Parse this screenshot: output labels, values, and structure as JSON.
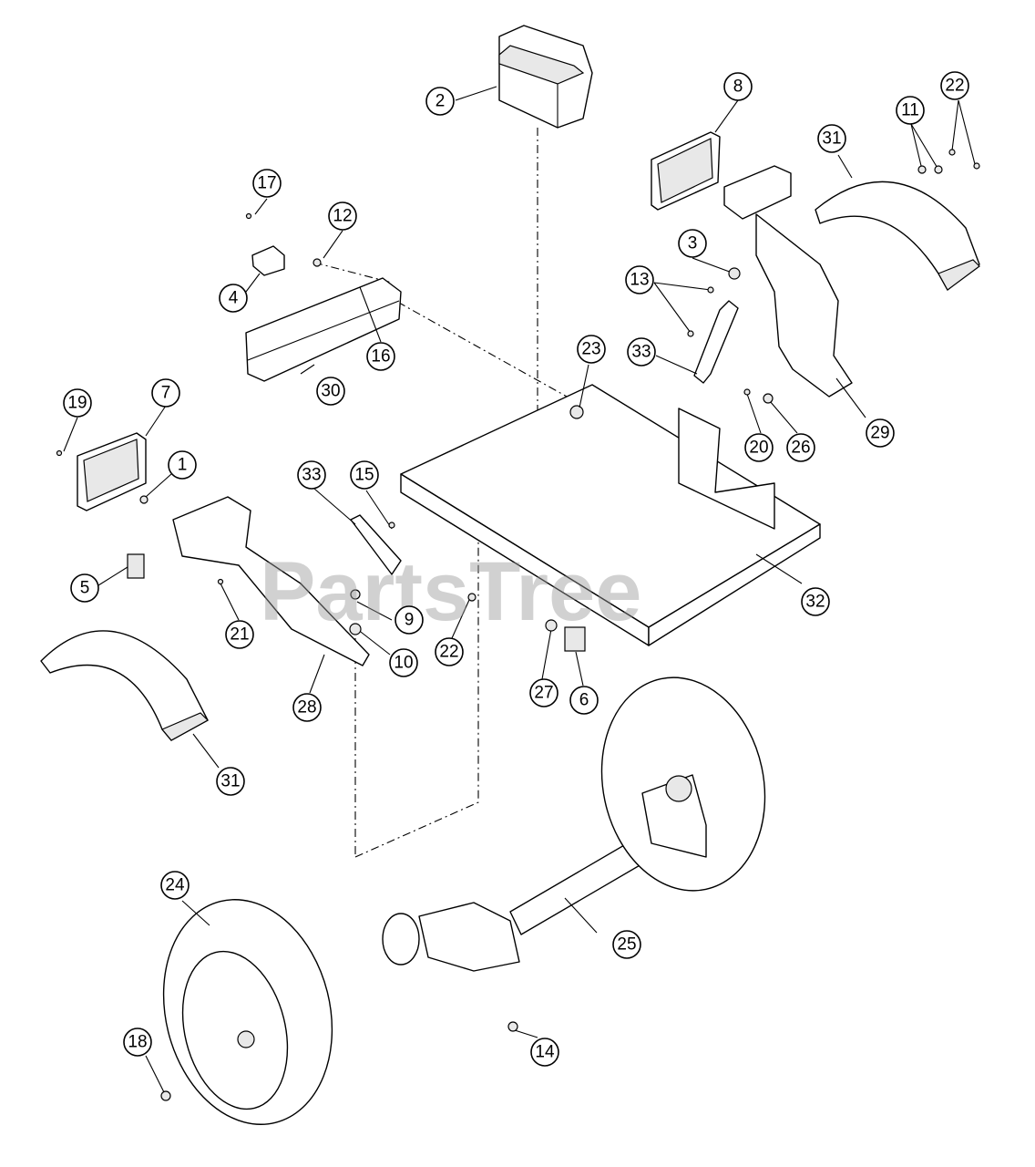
{
  "watermark": "PartsTree",
  "callouts": [
    {
      "id": "c1",
      "label": "1"
    },
    {
      "id": "c2",
      "label": "2"
    },
    {
      "id": "c3",
      "label": "3"
    },
    {
      "id": "c4",
      "label": "4"
    },
    {
      "id": "c5",
      "label": "5"
    },
    {
      "id": "c6",
      "label": "6"
    },
    {
      "id": "c7",
      "label": "7"
    },
    {
      "id": "c8",
      "label": "8"
    },
    {
      "id": "c9",
      "label": "9"
    },
    {
      "id": "c10",
      "label": "10"
    },
    {
      "id": "c11",
      "label": "11"
    },
    {
      "id": "c12",
      "label": "12"
    },
    {
      "id": "c13",
      "label": "13"
    },
    {
      "id": "c14",
      "label": "14"
    },
    {
      "id": "c15",
      "label": "15"
    },
    {
      "id": "c16",
      "label": "16"
    },
    {
      "id": "c17",
      "label": "17"
    },
    {
      "id": "c18",
      "label": "18"
    },
    {
      "id": "c19",
      "label": "19"
    },
    {
      "id": "c20",
      "label": "20"
    },
    {
      "id": "c21",
      "label": "21"
    },
    {
      "id": "c22a",
      "label": "22"
    },
    {
      "id": "c22b",
      "label": "22"
    },
    {
      "id": "c23",
      "label": "23"
    },
    {
      "id": "c24",
      "label": "24"
    },
    {
      "id": "c25",
      "label": "25"
    },
    {
      "id": "c26",
      "label": "26"
    },
    {
      "id": "c27",
      "label": "27"
    },
    {
      "id": "c28",
      "label": "28"
    },
    {
      "id": "c29",
      "label": "29"
    },
    {
      "id": "c30",
      "label": "30"
    },
    {
      "id": "c31a",
      "label": "31"
    },
    {
      "id": "c31b",
      "label": "31"
    },
    {
      "id": "c32",
      "label": "32"
    },
    {
      "id": "c33a",
      "label": "33"
    },
    {
      "id": "c33b",
      "label": "33"
    }
  ]
}
